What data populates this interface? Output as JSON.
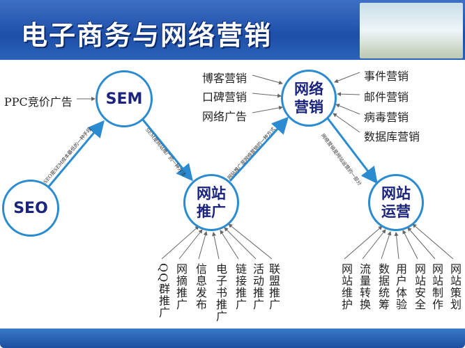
{
  "title": "电子商务与网络营销",
  "nodes": {
    "sem": "SEM",
    "seo": "SEO",
    "network_marketing": "网络营销",
    "site_promotion": "网站推广",
    "site_operation": "网站运营"
  },
  "sem_inputs": [
    "PPC竞价广告"
  ],
  "marketing_inputs_left": [
    "博客营销",
    "口碑营销",
    "网络广告"
  ],
  "marketing_inputs_right": [
    "事件营销",
    "邮件营销",
    "病毒营销",
    "数据库营销"
  ],
  "edges": [
    "SEO是SEM成本最低的一种手段",
    "SEM是网站推广的一种方法",
    "网站推广是网络营销的一种方式",
    "网络营销是网站运营的一部分"
  ],
  "promotion_inputs": [
    "QQ群推广",
    "网摘推广",
    "信息发布",
    "电子书推广",
    "链接推广",
    "活动推广",
    "联盟推广"
  ],
  "operation_inputs": [
    "网站维护",
    "流量转换",
    "数据统筹",
    "用户体验",
    "网站安全",
    "网站制作",
    "网站策划"
  ],
  "colors": {
    "header": "#1e4fa8",
    "circle": "#2a8bd0",
    "node_text": "#1a237e"
  }
}
